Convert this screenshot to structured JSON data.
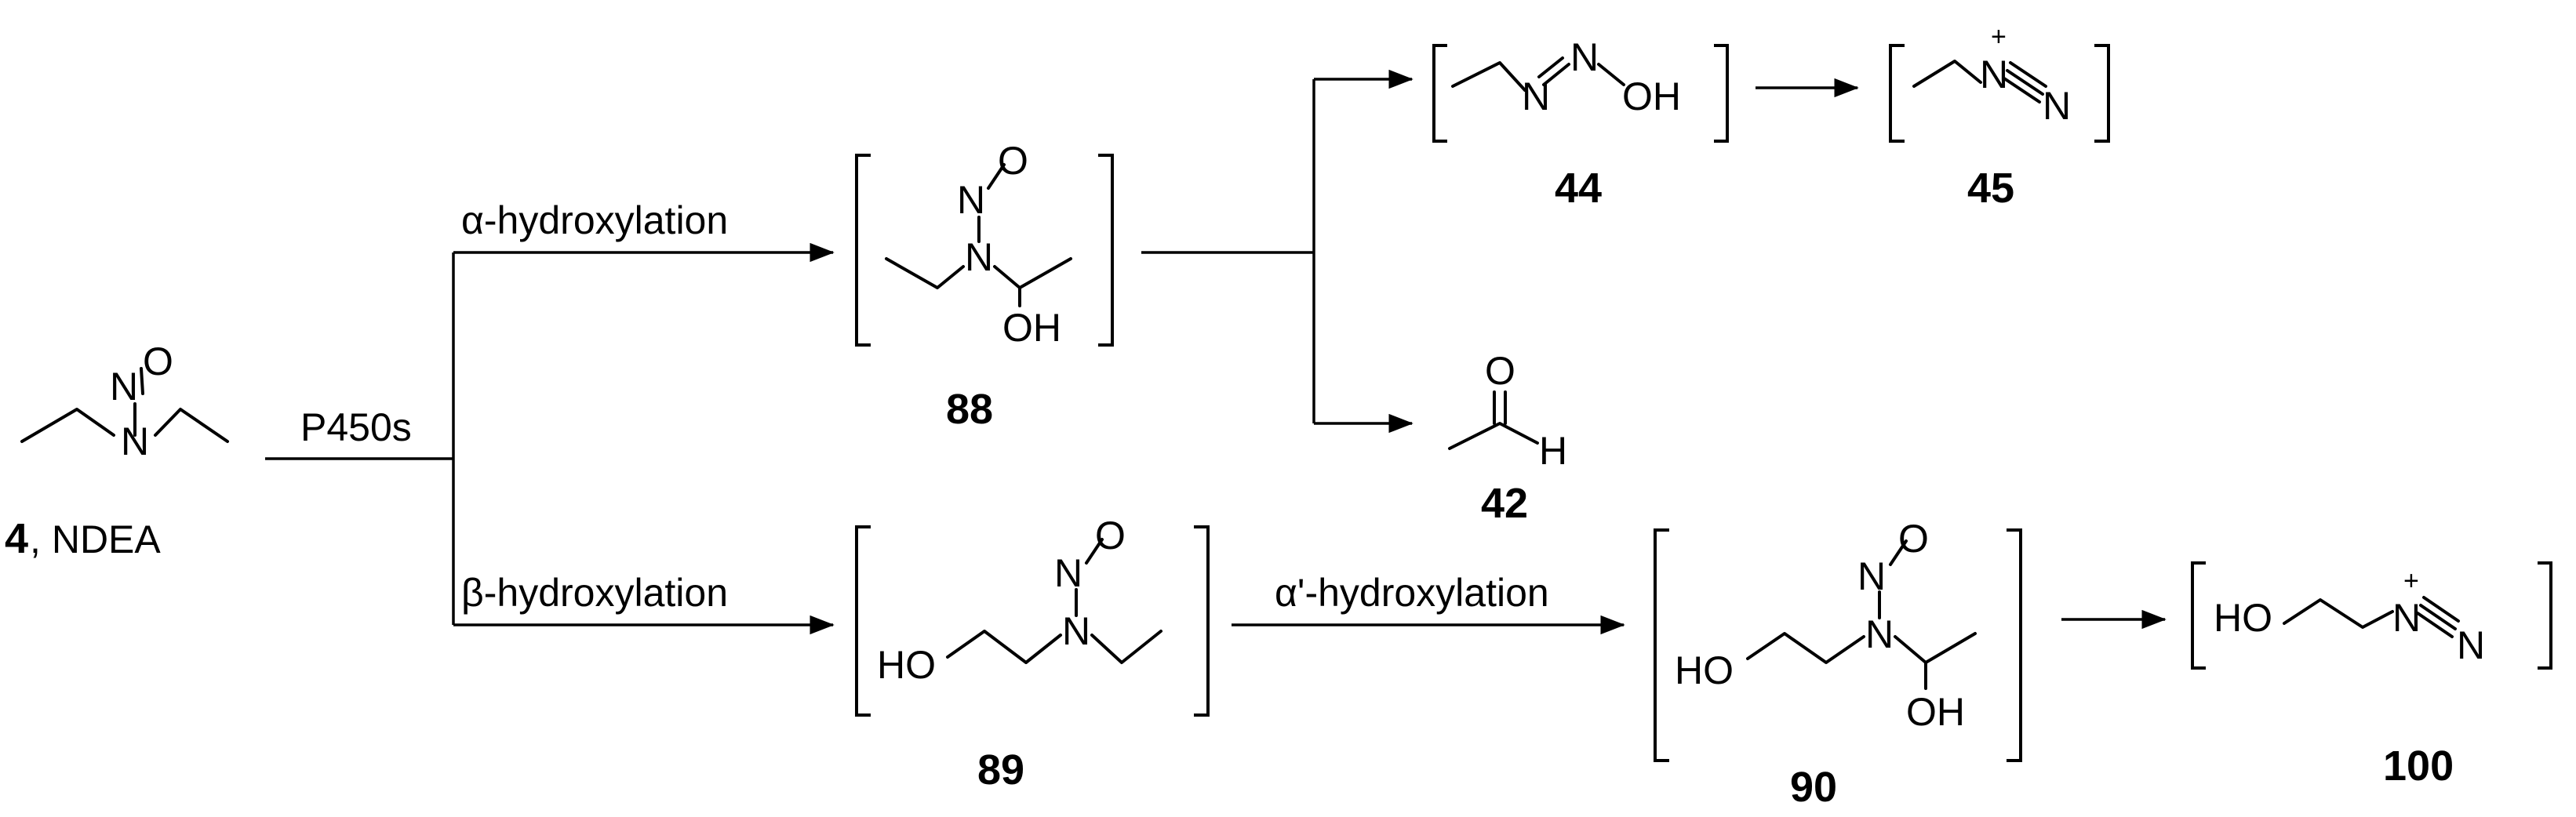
{
  "reagent": "P450s",
  "routes": {
    "alpha": "α-hydroxylation",
    "beta": "β-hydroxylation",
    "alpha_prime": "α'-hydroxylation"
  },
  "compounds": {
    "c4": {
      "number": "4",
      "suffix": ", NDEA"
    },
    "c88": {
      "number": "88"
    },
    "c89": {
      "number": "89"
    },
    "c90": {
      "number": "90"
    },
    "c44": {
      "number": "44"
    },
    "c45": {
      "number": "45"
    },
    "c42": {
      "number": "42"
    },
    "c100": {
      "number": "100"
    }
  },
  "atoms": {
    "N": "N",
    "O": "O",
    "OH": "OH",
    "HO": "HO",
    "H": "H",
    "plus": "+"
  }
}
